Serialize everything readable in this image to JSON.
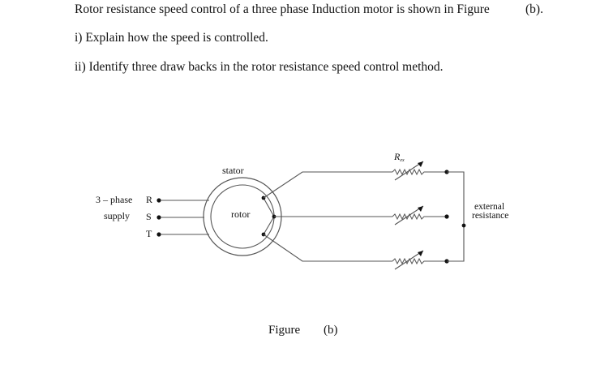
{
  "question": {
    "intro": "Rotor resistance speed control of a three phase Induction motor is shown in Figure",
    "figure_ref": "(b).",
    "part_i": "i)  Explain how the speed is controlled.",
    "part_ii": "ii) Identify three draw backs in the rotor resistance speed control method."
  },
  "diagram": {
    "supply_label_1": "3 – phase",
    "supply_label_2": "supply",
    "terminals": [
      "R",
      "S",
      "T"
    ],
    "stator_label": "stator",
    "rotor_label": "rotor",
    "rext_symbol": "R",
    "rext_subscript": "ex",
    "external_label_1": "external",
    "external_label_2": "resistance"
  },
  "caption": {
    "figure": "Figure",
    "letter": "(b)"
  }
}
